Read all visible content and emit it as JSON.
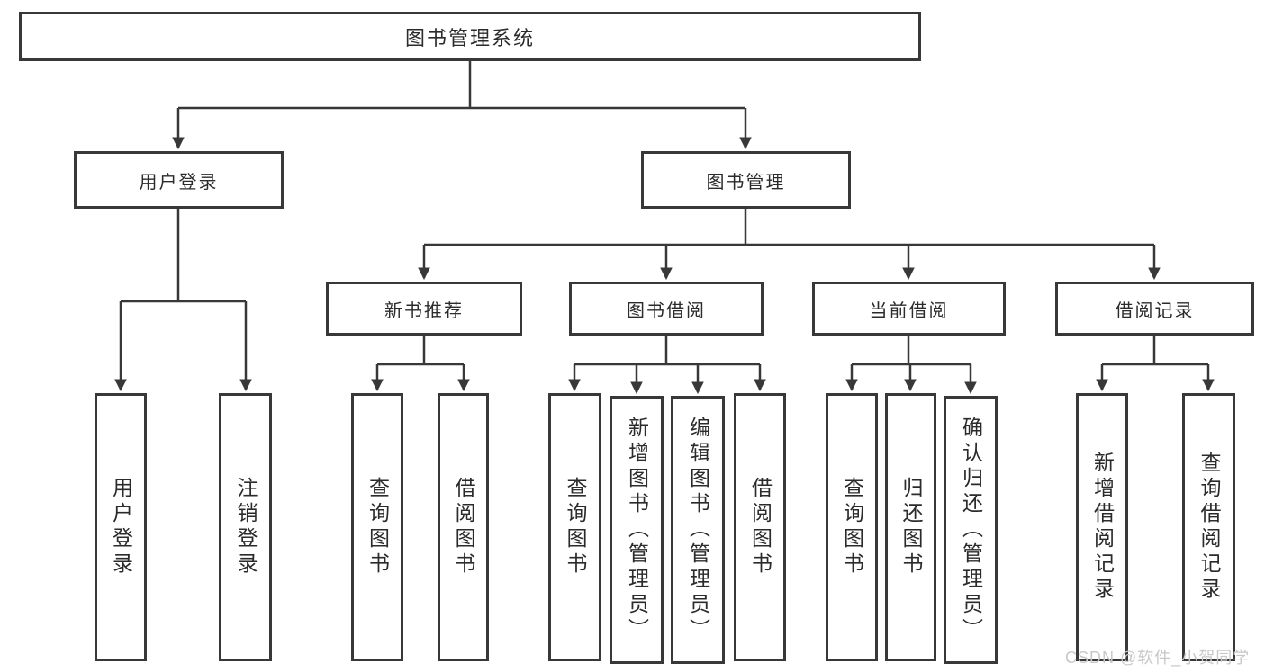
{
  "colors": {
    "line": "#383838",
    "text": "#2b2b2b",
    "box_bg": "#ffffff",
    "page_bg": "#ffffff",
    "watermark": "#c8c8c8"
  },
  "tree": {
    "root": "图书管理系统",
    "children": [
      {
        "label": "用户登录",
        "children": [
          "用户登录",
          "注销登录"
        ]
      },
      {
        "label": "图书管理",
        "children": [
          {
            "label": "新书推荐",
            "children": [
              "查询图书",
              "借阅图书"
            ]
          },
          {
            "label": "图书借阅",
            "children": [
              "查询图书",
              "新增图书（管理员）",
              "编辑图书（管理员）",
              "借阅图书"
            ]
          },
          {
            "label": "当前借阅",
            "children": [
              "查询图书",
              "归还图书",
              "确认归还（管理员）"
            ]
          },
          {
            "label": "借阅记录",
            "children": [
              "新增借阅记录",
              "查询借阅记录"
            ]
          }
        ]
      }
    ]
  },
  "watermark": {
    "text": "CSDN @软件_小贺同学"
  }
}
